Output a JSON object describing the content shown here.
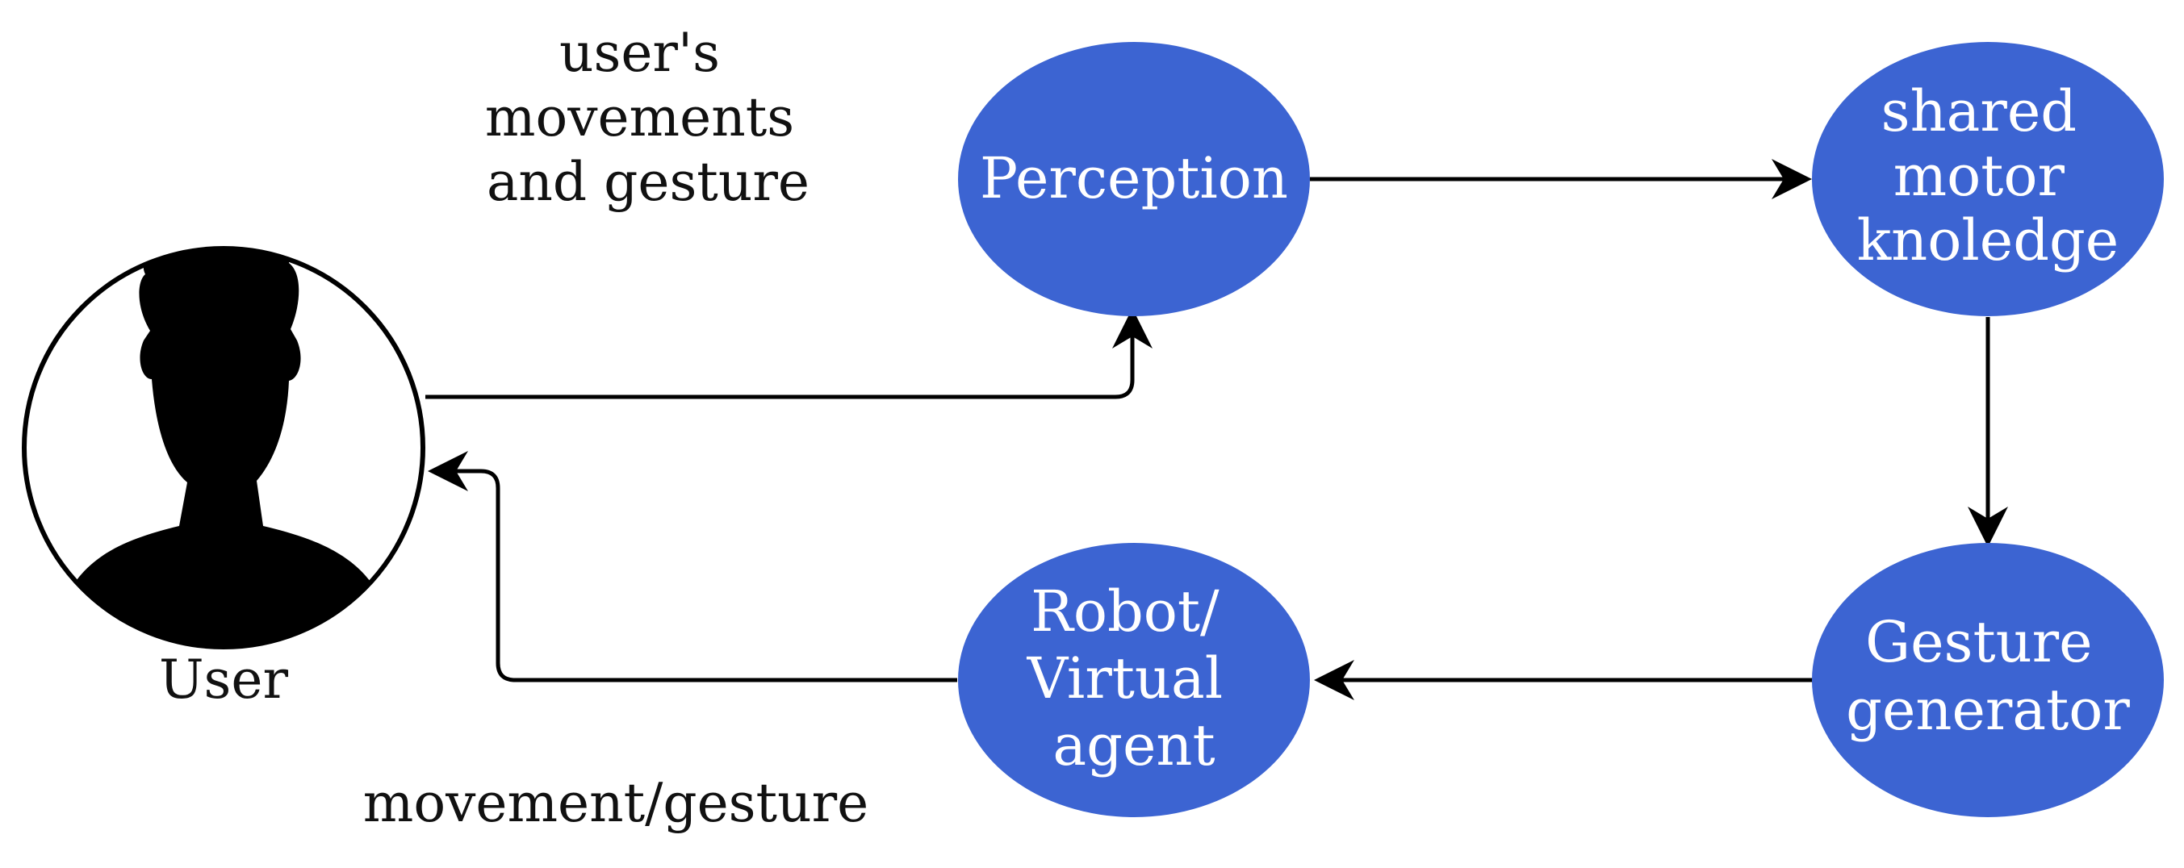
{
  "colors": {
    "node_fill": "#3c64d2",
    "node_text": "#ffffff",
    "edge": "#000000",
    "text": "#111111",
    "silhouette": "#000000",
    "avatar_ring": "#000000",
    "background": "#ffffff"
  },
  "user": {
    "icon": "person-silhouette-icon",
    "caption": "User"
  },
  "nodes": {
    "perception": {
      "lines": [
        "Perception"
      ]
    },
    "shared_motor_knowledge": {
      "lines": [
        "shared",
        "motor",
        "knoledge"
      ]
    },
    "gesture_generator": {
      "lines": [
        "Gesture",
        "generator"
      ]
    },
    "robot_virtual_agent": {
      "lines": [
        "Robot/",
        "Virtual",
        "agent"
      ]
    }
  },
  "edge_labels": {
    "user_to_perception": [
      "user's",
      "movements",
      "and gesture"
    ],
    "agent_to_user": [
      "movement/gesture"
    ]
  }
}
